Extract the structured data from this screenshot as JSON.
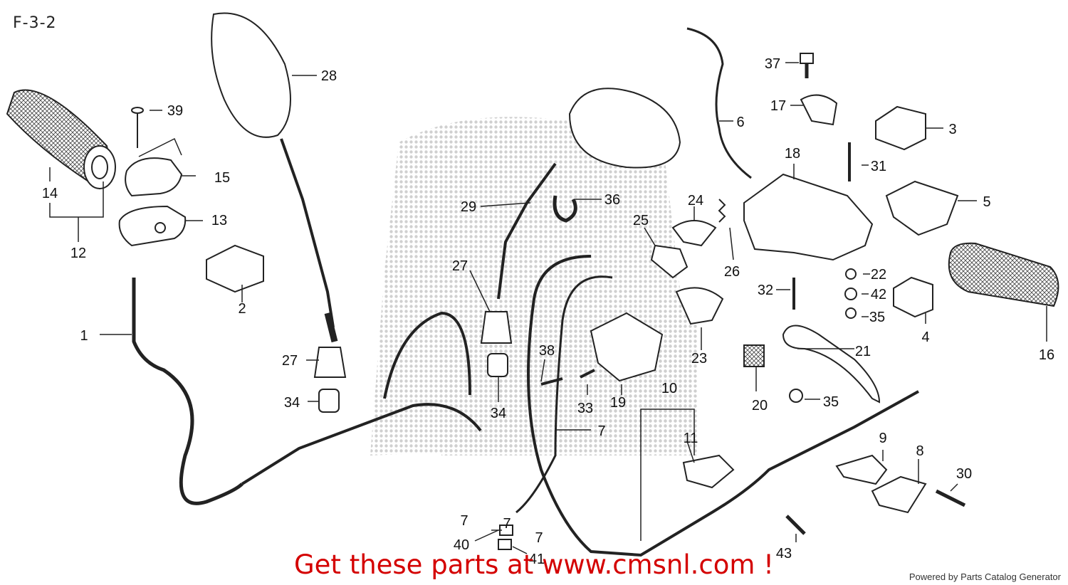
{
  "page": {
    "code": "F-3-2",
    "promo_text": "Get these parts at www.cmsnl.com !",
    "powered_by": "Powered by Parts Catalog Generator"
  },
  "callouts": [
    "1",
    "2",
    "3",
    "4",
    "5",
    "6",
    "7",
    "7",
    "7",
    "7",
    "8",
    "9",
    "10",
    "11",
    "12",
    "13",
    "14",
    "15",
    "16",
    "17",
    "18",
    "19",
    "20",
    "21",
    "22",
    "23",
    "24",
    "25",
    "26",
    "27",
    "27",
    "28",
    "29",
    "30",
    "31",
    "32",
    "33",
    "34",
    "34",
    "35",
    "35",
    "36",
    "37",
    "38",
    "39",
    "40",
    "41",
    "42",
    "43"
  ],
  "icons": {
    "grip": "grip-icon",
    "mirror": "mirror-icon",
    "cable": "cable-icon",
    "switch": "switch-housing-icon",
    "lever": "lever-icon",
    "bolt": "bolt-icon",
    "watermark": "watermark-logo"
  },
  "colors": {
    "line": "#222222",
    "promo": "#d40000",
    "watermark": "#cfcfcf"
  }
}
